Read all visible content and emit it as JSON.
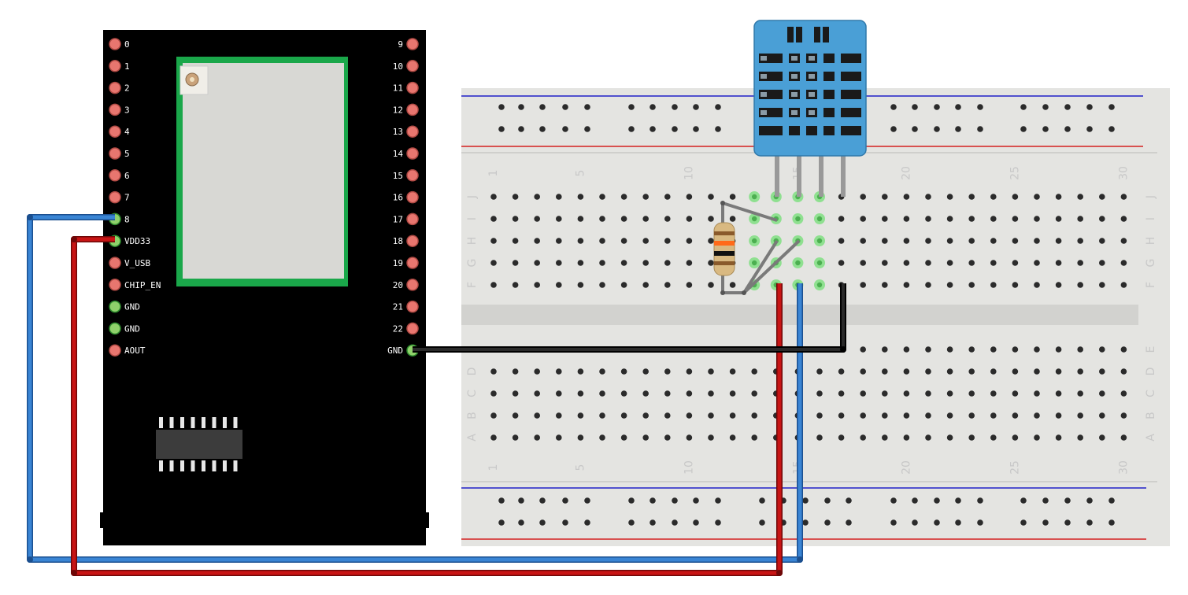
{
  "board": {
    "left_pins": [
      "0",
      "1",
      "2",
      "3",
      "4",
      "5",
      "6",
      "7",
      "8",
      "VDD33",
      "V_USB",
      "CHIP_EN",
      "GND",
      "GND",
      "AOUT"
    ],
    "right_pins": [
      "9",
      "10",
      "11",
      "12",
      "13",
      "14",
      "15",
      "16",
      "17",
      "18",
      "19",
      "20",
      "21",
      "22",
      "GND"
    ]
  },
  "breadboard": {
    "column_numbers": [
      "1",
      "5",
      "10",
      "15",
      "20",
      "25",
      "30"
    ],
    "row_letters_top": [
      "J",
      "I",
      "H",
      "G",
      "F"
    ],
    "row_letters_bottom": [
      "E",
      "D",
      "C",
      "B",
      "A"
    ]
  },
  "colors": {
    "board": "#000000",
    "pin_pad": "#e8766f",
    "pin_active": "#8fd16b",
    "module_frame": "#1aa74a",
    "module_face": "#d8d8d4",
    "sensor": "#4a9fd6",
    "wire_blue": "#2f74c8",
    "wire_red": "#b50f0f",
    "wire_black": "#111111",
    "leg_gray": "#888888",
    "breadboard": "#e4e4e1",
    "rail_red": "#d42020",
    "rail_blue": "#2020c8",
    "hole": "#2b2b2b",
    "hole_active": "#8fe090"
  },
  "components": {
    "microcontroller": "microcontroller-board-icon",
    "antenna": "antenna-connector-icon",
    "chip": "ic-chip-icon",
    "sensor": "temperature-humidity-sensor-icon",
    "resistor": "resistor-icon"
  }
}
